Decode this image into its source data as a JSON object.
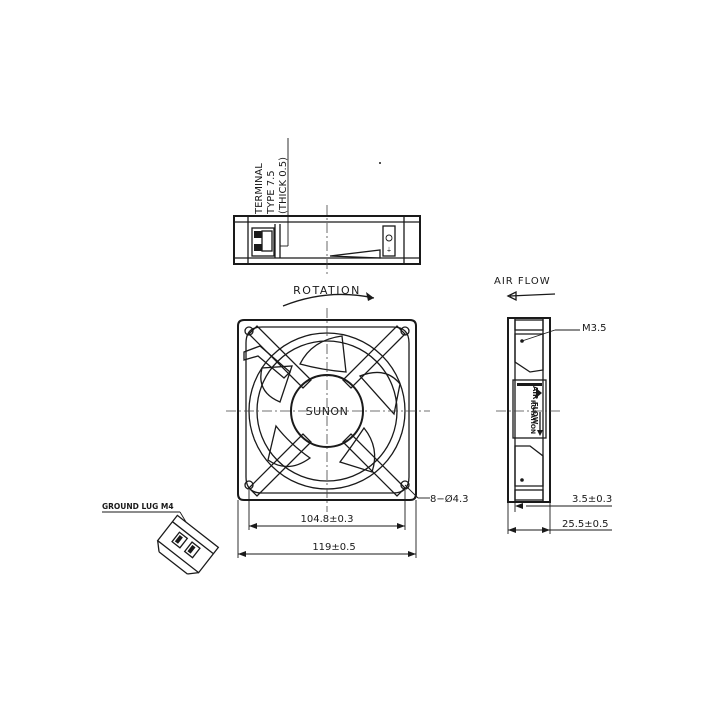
{
  "labels": {
    "terminal_line1": "TERMINAL",
    "terminal_line2": "TYPE 7.5",
    "terminal_line3": "(THICK 0.5)",
    "rotation": "ROTATION",
    "air_flow": "AIR FLOW",
    "brand": "SUNON",
    "side_air_flow": "AIR FLOW",
    "side_rotation": "ROTATION",
    "ground_lug": "GROUND LUG M4",
    "screw": "M3.5",
    "holes": "8−Ø4.3",
    "hole_pitch": "104.8±0.3",
    "overall_width": "119±0.5",
    "flange_thickness": "3.5±0.3",
    "overall_depth": "25.5±0.5"
  },
  "colors": {
    "ink": "#1a1a1a",
    "paper": "#ffffff"
  }
}
